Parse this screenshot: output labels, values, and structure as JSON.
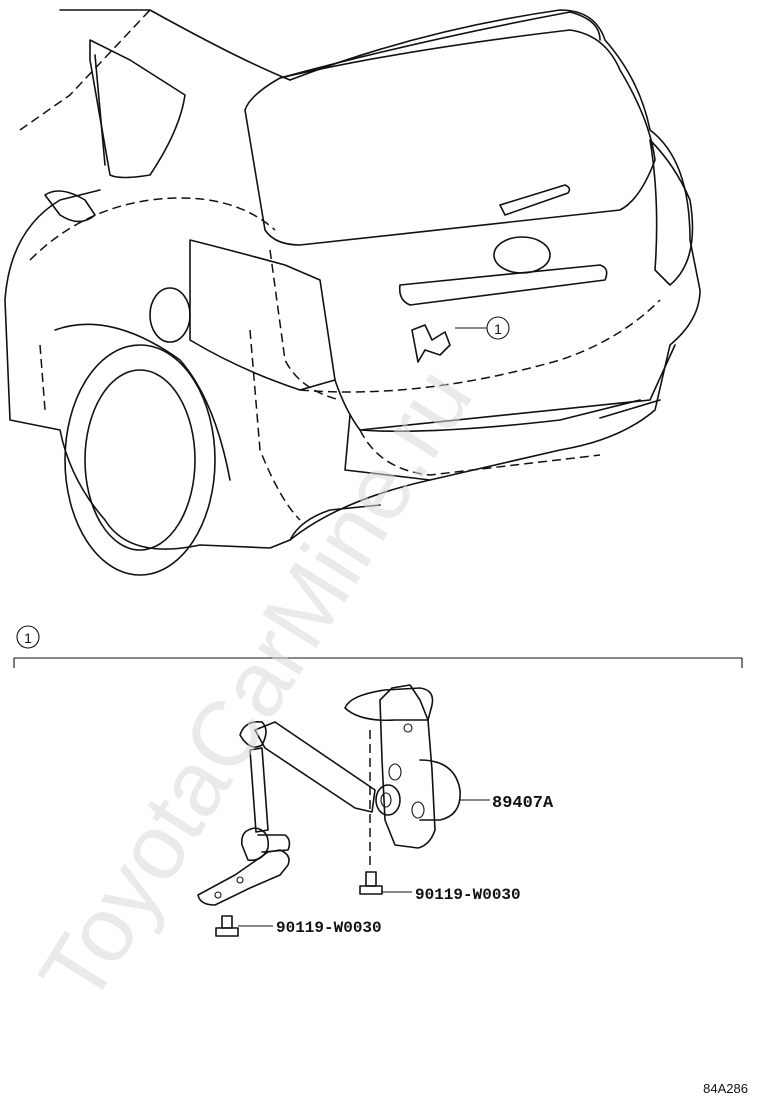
{
  "watermark": "ToyotaCarMine.ru",
  "callout_marker": "1",
  "detail_marker": "1",
  "parts": {
    "assembly": "89407A",
    "bolt_right": "90119-W0030",
    "bolt_left": "90119-W0030"
  },
  "illustration_code": "84A286"
}
